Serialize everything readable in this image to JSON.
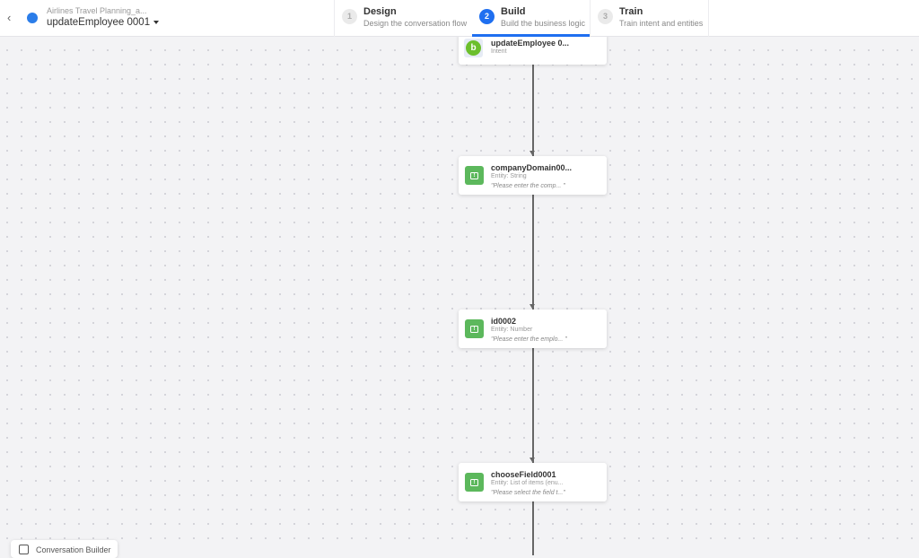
{
  "header": {
    "back_icon": "chevron-left-icon",
    "app_name": "Airlines Travel Planning_a...",
    "flow_name": "updateEmployee 0001"
  },
  "steps": [
    {
      "num": "1",
      "title": "Design",
      "subtitle": "Design the conversation flow",
      "active": false
    },
    {
      "num": "2",
      "title": "Build",
      "subtitle": "Build the business logic",
      "active": true
    },
    {
      "num": "3",
      "title": "Train",
      "subtitle": "Train intent and entities",
      "active": false
    }
  ],
  "accent": "#1f6ff0",
  "nodes": [
    {
      "title": "updateEmployee 0...",
      "subtitle": "Intent"
    },
    {
      "title": "companyDomain00...",
      "subtitle": "Entity: String",
      "prompt": "\"Please enter the comp... \""
    },
    {
      "title": "id0002",
      "subtitle": "Entity: Number",
      "prompt": "\"Please enter the emplo... \""
    },
    {
      "title": "chooseField0001",
      "subtitle": "Entity: List of items (enu...",
      "prompt": "\"Please select the field t...\""
    }
  ],
  "footer": {
    "label": "Conversation Builder"
  }
}
